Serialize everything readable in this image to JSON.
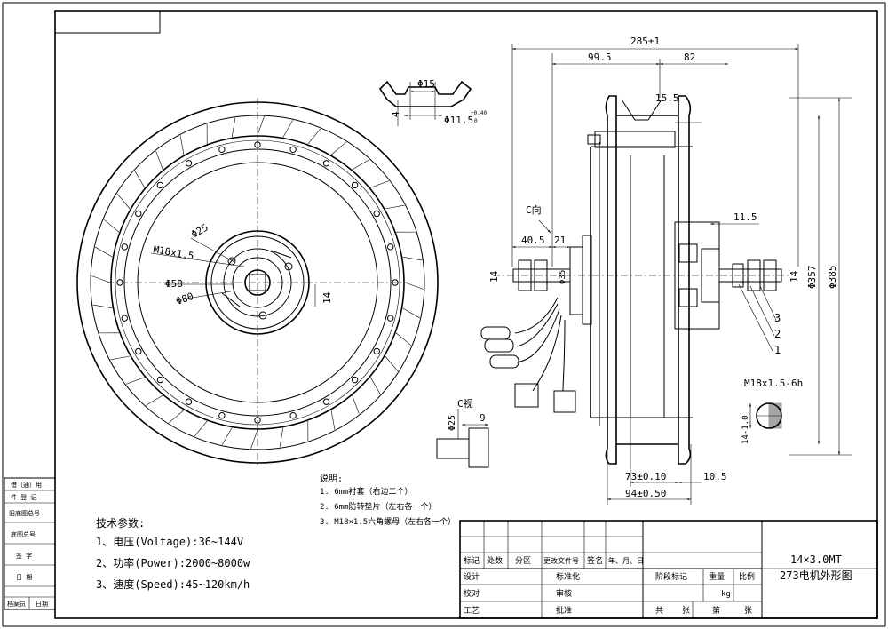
{
  "dimensions": {
    "overall_width": "285±1",
    "left_part": "99.5",
    "right_part": "82",
    "rim_depth": "15.5",
    "axle_left": "40.5",
    "flange": "21",
    "axle_right_offset": "11.5",
    "axle_dia_left": "14",
    "axle_dia_right": "14",
    "bearing_dia": "Φ35",
    "rim_dia": "Φ357",
    "outer_dia": "Φ385",
    "rim_inner_width": "73±0.10",
    "rim_outer_width": "94±0.50",
    "rim_edge": "10.5",
    "valve_dia": "Φ15",
    "valve_hole": "Φ11.5",
    "valve_tol_upper": "+0.40",
    "valve_tol_lower": "0",
    "valve_height": "4",
    "front_thread": "M18x1.5",
    "front_d25": "Φ25",
    "front_d58": "Φ58",
    "front_d80": "Φ80",
    "front_flat": "14",
    "cview_d25": "Φ25",
    "cview_9": "9",
    "thread_detail": "M18x1.5-6h",
    "thread_flat": "14-1.0",
    "c_direction": "C向",
    "c_view": "C视"
  },
  "callouts": [
    "1",
    "2",
    "3"
  ],
  "notes": {
    "title": "说明:",
    "items": [
      "1. 6mm衬套（右边二个）",
      "2. 6mm防转垫片（左右各一个）",
      "3. M18×1.5六角螺母（左右各一个）"
    ]
  },
  "specs": {
    "title": "技术参数:",
    "items": [
      "1、电压(Voltage):36~144V",
      "2、功率(Power):2000~8000w",
      "3、速度(Speed):45~120km/h"
    ]
  },
  "side_table": [
    "借（通）用",
    "件 登 记",
    "旧底图总号",
    "底图总号",
    "签 字",
    "日 期",
    "档案员",
    "日期"
  ],
  "title_block": {
    "rev_headers": [
      "标记",
      "处数",
      "分区",
      "更改文件号",
      "签名",
      "年、月、日"
    ],
    "rows": [
      "设计",
      "校对",
      "工艺"
    ],
    "mid_labels": [
      "标准化",
      "审核",
      "批准"
    ],
    "stage_labels": [
      "阶段标记",
      "重量",
      "比例"
    ],
    "unit": "kg",
    "sheet_labels": [
      "共",
      "张",
      "第",
      "张"
    ],
    "product": "14×3.0MT",
    "drawing_name": "273电机外形图"
  }
}
